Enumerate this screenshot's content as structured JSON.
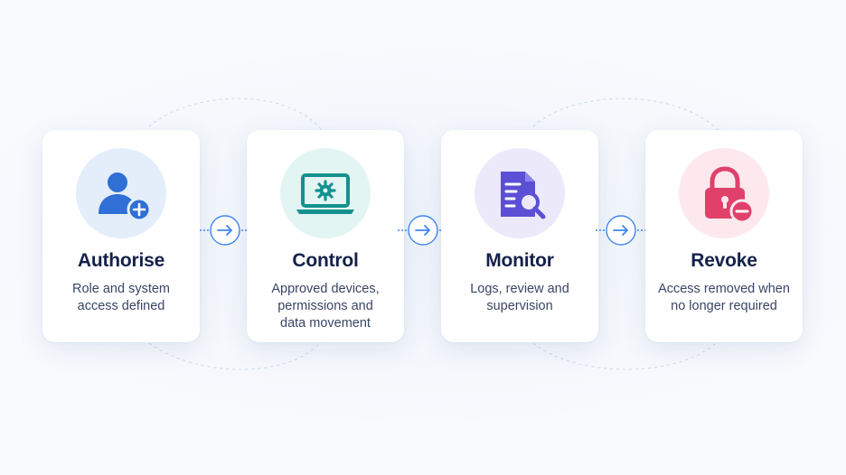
{
  "steps": [
    {
      "title": "Authorise",
      "desc_line1": "Role and system",
      "desc_line2": "access defined",
      "desc_line3": "",
      "icon": "user-add-icon",
      "color": "#2f6fd6",
      "bg": "#e4eefb"
    },
    {
      "title": "Control",
      "desc_line1": "Approved devices,",
      "desc_line2": "permissions and",
      "desc_line3": "data movement",
      "icon": "laptop-gear-icon",
      "color": "#14918f",
      "bg": "#e2f5f2"
    },
    {
      "title": "Monitor",
      "desc_line1": "Logs, review and",
      "desc_line2": "supervision",
      "desc_line3": "",
      "icon": "document-search-icon",
      "color": "#5b4fd6",
      "bg": "#ece9fb"
    },
    {
      "title": "Revoke",
      "desc_line1": "Access removed when",
      "desc_line2": "no longer required",
      "desc_line3": "",
      "icon": "lock-remove-icon",
      "color": "#e0416a",
      "bg": "#fde8ee"
    }
  ],
  "connector_color": "#3f86ef"
}
